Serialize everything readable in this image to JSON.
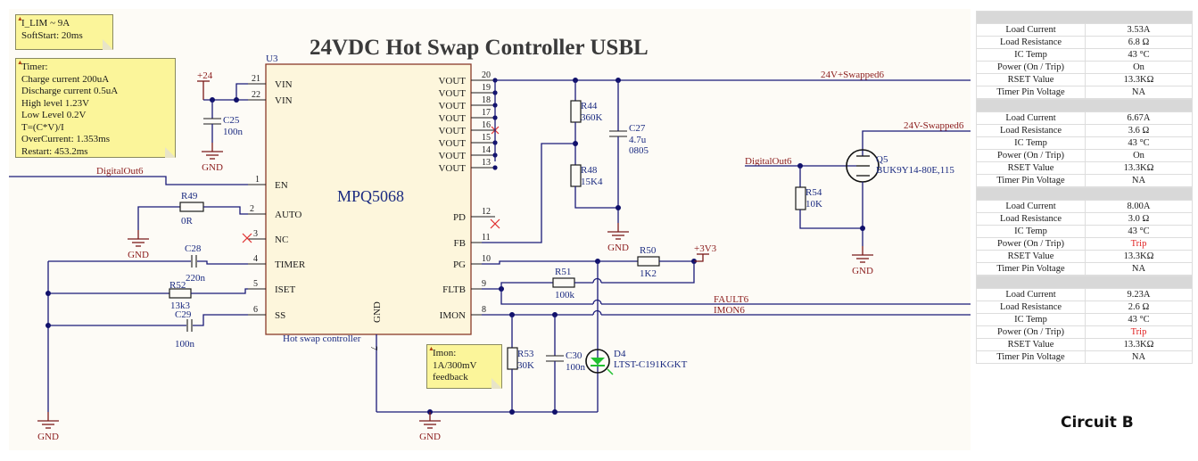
{
  "title": "24VDC Hot Swap Controller USBL",
  "notes": {
    "ilim": [
      "I_LIM ~ 9A",
      "SoftStart: 20ms"
    ],
    "timer": [
      "Timer:",
      "Charge current 200uA",
      "Discharge current 0.5uA",
      "High level 1.23V",
      "Low Level 0.2V",
      "T=(C*V)/I",
      "OverCurrent: 1.353ms",
      "Restart: 453.2ms"
    ],
    "imon": [
      "Imon:",
      "1A/300mV",
      "feedback"
    ]
  },
  "ic": {
    "ref": "U3",
    "part": "MPQ5068",
    "desc": "Hot swap controller",
    "left_pins": [
      {
        "num": "21",
        "name": "VIN"
      },
      {
        "num": "22",
        "name": "VIN"
      },
      {
        "num": "1",
        "name": "EN"
      },
      {
        "num": "2",
        "name": "AUTO"
      },
      {
        "num": "3",
        "name": "NC"
      },
      {
        "num": "4",
        "name": "TIMER"
      },
      {
        "num": "5",
        "name": "ISET"
      },
      {
        "num": "6",
        "name": "SS"
      }
    ],
    "right_pins": [
      {
        "num": "20",
        "name": "VOUT"
      },
      {
        "num": "19",
        "name": "VOUT"
      },
      {
        "num": "18",
        "name": "VOUT"
      },
      {
        "num": "17",
        "name": "VOUT"
      },
      {
        "num": "16",
        "name": "VOUT"
      },
      {
        "num": "15",
        "name": "VOUT"
      },
      {
        "num": "14",
        "name": "VOUT"
      },
      {
        "num": "13",
        "name": "VOUT"
      },
      {
        "num": "12",
        "name": "PD"
      },
      {
        "num": "11",
        "name": "FB"
      },
      {
        "num": "10",
        "name": "PG"
      },
      {
        "num": "9",
        "name": "FLTB"
      },
      {
        "num": "8",
        "name": "IMON"
      }
    ],
    "bottom_pin": {
      "num": "7",
      "name": "GND"
    }
  },
  "nets": {
    "p24": "+24",
    "p3v3": "+3V3",
    "gnd": "GND",
    "digitalout": "DigitalOut6",
    "swapped_pos": "24V+Swapped6",
    "swapped_neg": "24V-Swapped6",
    "fault": "FAULT6",
    "imon": "IMON6"
  },
  "components": {
    "c25": {
      "ref": "C25",
      "value": "100n"
    },
    "r49": {
      "ref": "R49",
      "value": "0R"
    },
    "c28": {
      "ref": "C28",
      "value": "220n"
    },
    "r52": {
      "ref": "R52",
      "value": "13k3"
    },
    "c29": {
      "ref": "C29",
      "value": "100n"
    },
    "r44": {
      "ref": "R44",
      "value": "360K"
    },
    "r48": {
      "ref": "R48",
      "value": "15K4"
    },
    "c27": {
      "ref": "C27",
      "value": "4.7u",
      "package": "0805"
    },
    "r50": {
      "ref": "R50",
      "value": "1K2"
    },
    "r51": {
      "ref": "R51",
      "value": "100k"
    },
    "r53": {
      "ref": "R53",
      "value": "30K"
    },
    "c30": {
      "ref": "C30",
      "value": "100n"
    },
    "d4": {
      "ref": "D4",
      "value": "LTST-C191KGKT"
    },
    "q5": {
      "ref": "Q5",
      "value": "BUK9Y14-80E,115"
    },
    "r54": {
      "ref": "R54",
      "value": "10K"
    }
  },
  "results_table": [
    {
      "rows": [
        {
          "label": "Load Current",
          "value": "3.53A"
        },
        {
          "label": "Load Resistance",
          "value": "6.8 Ω"
        },
        {
          "label": "IC Temp",
          "value": "43 °C"
        },
        {
          "label": "Power (On / Trip)",
          "value": "On"
        },
        {
          "label": "RSET Value",
          "value": "13.3KΩ"
        },
        {
          "label": "Timer Pin Voltage",
          "value": "NA"
        }
      ]
    },
    {
      "rows": [
        {
          "label": "Load Current",
          "value": "6.67A"
        },
        {
          "label": "Load Resistance",
          "value": "3.6 Ω"
        },
        {
          "label": "IC Temp",
          "value": "43 °C"
        },
        {
          "label": "Power (On / Trip)",
          "value": "On"
        },
        {
          "label": "RSET Value",
          "value": "13.3KΩ"
        },
        {
          "label": "Timer Pin Voltage",
          "value": "NA"
        }
      ]
    },
    {
      "rows": [
        {
          "label": "Load Current",
          "value": "8.00A"
        },
        {
          "label": "Load Resistance",
          "value": "3.0 Ω"
        },
        {
          "label": "IC Temp",
          "value": "43 °C"
        },
        {
          "label": "Power (On / Trip)",
          "value": "Trip"
        },
        {
          "label": "RSET Value",
          "value": "13.3KΩ"
        },
        {
          "label": "Timer Pin Voltage",
          "value": "NA"
        }
      ]
    },
    {
      "rows": [
        {
          "label": "Load Current",
          "value": "9.23A"
        },
        {
          "label": "Load Resistance",
          "value": "2.6 Ω"
        },
        {
          "label": "IC Temp",
          "value": "43 °C"
        },
        {
          "label": "Power (On / Trip)",
          "value": "Trip"
        },
        {
          "label": "RSET Value",
          "value": "13.3KΩ"
        },
        {
          "label": "Timer Pin Voltage",
          "value": "NA"
        }
      ]
    }
  ],
  "caption": "Circuit B",
  "colors": {
    "trip": "#e02020",
    "note_bg": "#fbf59a",
    "wire": "#1a1a78",
    "net_label": "#8b1c1c"
  }
}
